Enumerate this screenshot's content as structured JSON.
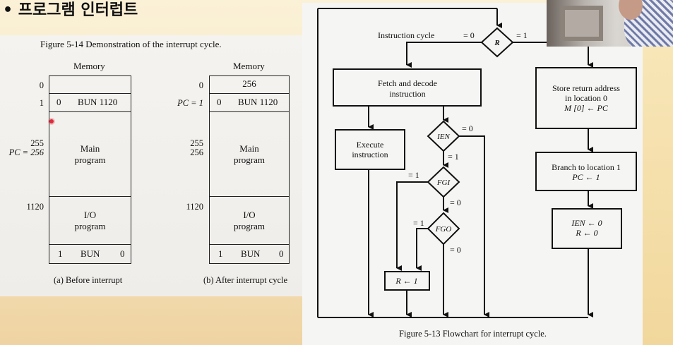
{
  "heading": "• 프로그램 인터럽트",
  "figure14": {
    "caption": "Figure 5-14   Demonstration of the interrupt cycle.",
    "a": {
      "memory_label": "Memory",
      "row_labels": {
        "r0": "0",
        "r1": "1",
        "r255": "255",
        "pc": "PC = 256",
        "r1120": "1120"
      },
      "cells": {
        "top": "",
        "bun_addr": "0",
        "bun": "BUN  1120",
        "main": [
          "Main",
          "program"
        ],
        "io": [
          "I/O",
          "program"
        ],
        "last_a": "1",
        "last_b": "BUN",
        "last_c": "0"
      },
      "caption": "(a) Before interrupt"
    },
    "b": {
      "memory_label": "Memory",
      "row_labels": {
        "r0": "0",
        "r1": "PC = 1",
        "r255": "255",
        "r256": "256",
        "r1120": "1120"
      },
      "cells": {
        "top": "256",
        "bun_addr": "0",
        "bun": "BUN  1120",
        "main": [
          "Main",
          "program"
        ],
        "io": [
          "I/O",
          "program"
        ],
        "last_a": "1",
        "last_b": "BUN",
        "last_c": "0"
      },
      "caption": "(b) After interrupt cycle"
    }
  },
  "figure13": {
    "caption": "Figure 5-13   Flowchart for interrupt cycle.",
    "instruction_cycle": "Instruction cycle",
    "r": "R",
    "r_eq0": "= 0",
    "r_eq1": "= 1",
    "fetch": [
      "Fetch and decode",
      "instruction"
    ],
    "execute": [
      "Execute",
      "instruction"
    ],
    "ien": "IEN",
    "ien_eq0": "= 0",
    "ien_eq1": "= 1",
    "fgi": "FGI",
    "fgi_eq1": "= 1",
    "fgi_eq0": "= 0",
    "fgo": "FGO",
    "fgo_eq1": "= 1",
    "fgo_eq0": "= 0",
    "r_set": "R ← 1",
    "store": [
      "Store return address",
      "in location 0",
      "M [0] ← PC"
    ],
    "branch": [
      "Branch to location 1",
      "PC ← 1"
    ],
    "clear": [
      "IEN ← 0",
      "R ← 0"
    ]
  }
}
